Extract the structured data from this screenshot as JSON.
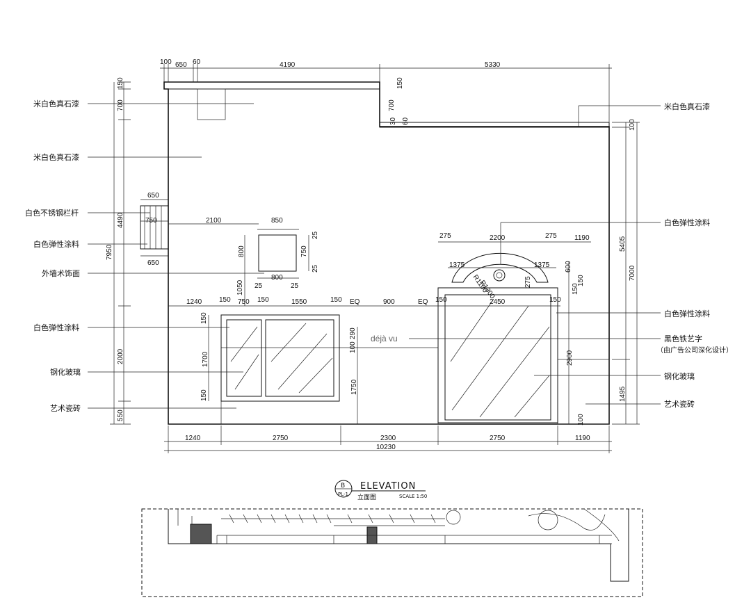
{
  "drawing": {
    "top_dims": [
      "100",
      "650",
      "60",
      "4190",
      "5330"
    ],
    "bottom_dims": [
      "1240",
      "2750",
      "2300",
      "2750",
      "1190"
    ],
    "bottom_total": "10230",
    "left_dims": [
      "150",
      "700",
      "4490",
      "7950",
      "2000",
      "550"
    ],
    "right_dims": [
      "100",
      "5405",
      "7000",
      "2900",
      "1495",
      "100"
    ],
    "inner_dims": {
      "top_notch": [
        "150",
        "700",
        "30",
        "60"
      ],
      "railing": [
        "650",
        "750",
        "650"
      ],
      "signbox": [
        "2100",
        "850",
        "25",
        "750",
        "25",
        "800",
        "800",
        "25",
        "25",
        "1050"
      ],
      "window_row": [
        "1240",
        "150",
        "750",
        "150",
        "1550",
        "150",
        "EQ",
        "900",
        "EQ",
        "150",
        "2450",
        "150"
      ],
      "window_left": [
        "150",
        "1700",
        "150"
      ],
      "mid": [
        "100",
        "290",
        "1750"
      ],
      "arch": [
        "275",
        "2200",
        "275",
        "1190",
        "1375",
        "1375",
        "600",
        "275",
        "150",
        "150",
        "R1100",
        "R1300"
      ]
    },
    "left_labels": [
      "米白色真石漆",
      "米白色真石漆",
      "白色不锈钢栏杆",
      "白色弹性涂料",
      "外墙术饰面",
      "白色弹性涂料",
      "钢化玻璃",
      "艺术瓷砖"
    ],
    "right_labels": [
      "米白色真石漆",
      "白色弹性涂料",
      "白色弹性涂料",
      "黑色铁艺字",
      "（由广告公司深化设计）",
      "钢化玻璃",
      "艺术瓷砖"
    ],
    "sign_text": "déjà vu",
    "title": {
      "bubble_top": "B",
      "bubble_bottom": "PL-1",
      "main": "ELEVATION",
      "sub": "立面图",
      "scale": "SCALE 1:50"
    }
  }
}
